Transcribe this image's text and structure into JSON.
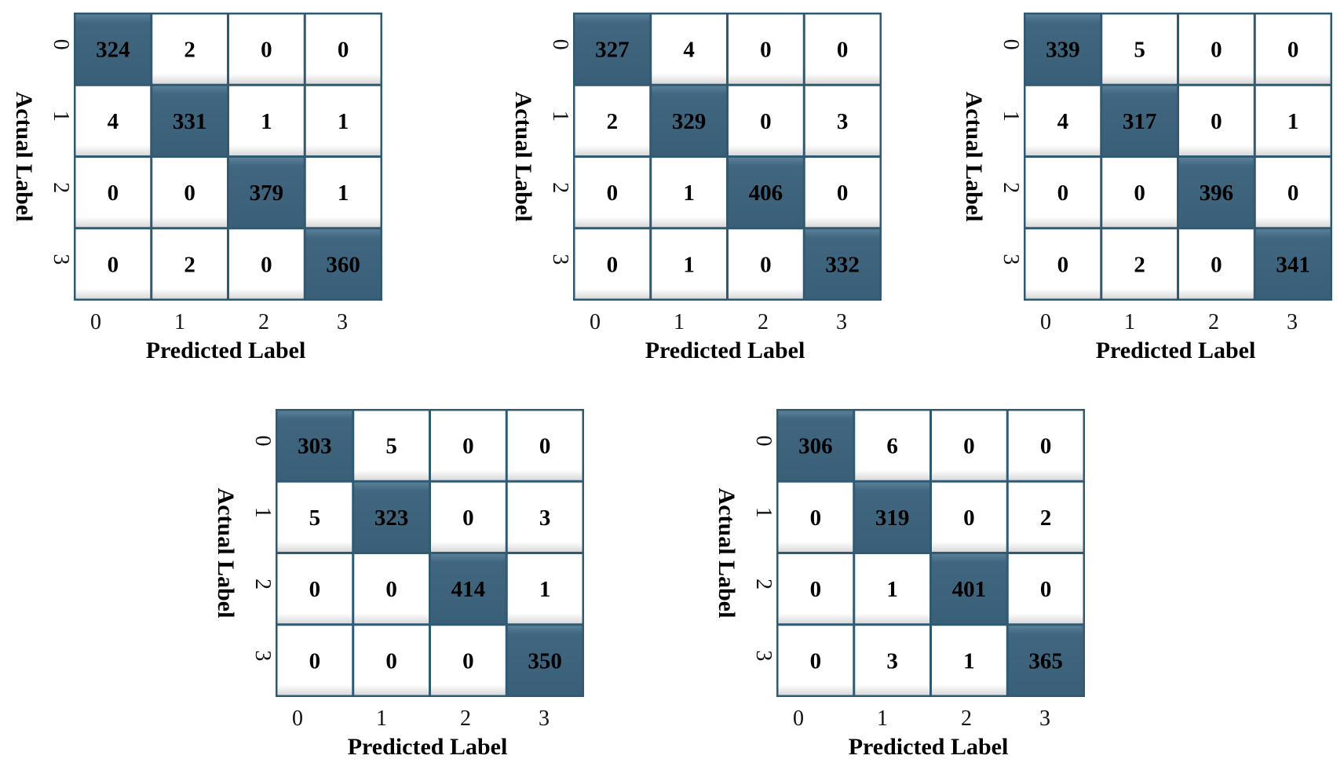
{
  "chart_data": [
    {
      "type": "heatmap",
      "xlabel": "Predicted Label",
      "ylabel": "Actual Label",
      "x_ticks": [
        "0",
        "1",
        "2",
        "3"
      ],
      "y_ticks": [
        "0",
        "1",
        "2",
        "3"
      ],
      "matrix": [
        [
          324,
          2,
          0,
          0
        ],
        [
          4,
          331,
          1,
          1
        ],
        [
          0,
          0,
          379,
          1
        ],
        [
          0,
          2,
          0,
          360
        ]
      ]
    },
    {
      "type": "heatmap",
      "xlabel": "Predicted Label",
      "ylabel": "Actual Label",
      "x_ticks": [
        "0",
        "1",
        "2",
        "3"
      ],
      "y_ticks": [
        "0",
        "1",
        "2",
        "3"
      ],
      "matrix": [
        [
          327,
          4,
          0,
          0
        ],
        [
          2,
          329,
          0,
          3
        ],
        [
          0,
          1,
          406,
          0
        ],
        [
          0,
          1,
          0,
          332
        ]
      ]
    },
    {
      "type": "heatmap",
      "xlabel": "Predicted Label",
      "ylabel": "Actual Label",
      "x_ticks": [
        "0",
        "1",
        "2",
        "3"
      ],
      "y_ticks": [
        "0",
        "1",
        "2",
        "3"
      ],
      "matrix": [
        [
          339,
          5,
          0,
          0
        ],
        [
          4,
          317,
          0,
          1
        ],
        [
          0,
          0,
          396,
          0
        ],
        [
          0,
          2,
          0,
          341
        ]
      ]
    },
    {
      "type": "heatmap",
      "xlabel": "Predicted Label",
      "ylabel": "Actual Label",
      "x_ticks": [
        "0",
        "1",
        "2",
        "3"
      ],
      "y_ticks": [
        "0",
        "1",
        "2",
        "3"
      ],
      "matrix": [
        [
          303,
          5,
          0,
          0
        ],
        [
          5,
          323,
          0,
          3
        ],
        [
          0,
          0,
          414,
          1
        ],
        [
          0,
          0,
          0,
          350
        ]
      ]
    },
    {
      "type": "heatmap",
      "xlabel": "Predicted Label",
      "ylabel": "Actual Label",
      "x_ticks": [
        "0",
        "1",
        "2",
        "3"
      ],
      "y_ticks": [
        "0",
        "1",
        "2",
        "3"
      ],
      "matrix": [
        [
          306,
          6,
          0,
          0
        ],
        [
          0,
          319,
          0,
          2
        ],
        [
          0,
          1,
          401,
          0
        ],
        [
          0,
          3,
          1,
          365
        ]
      ]
    }
  ],
  "colors": {
    "diagonal": "#3f6480",
    "off_diagonal": "#ffffff",
    "grid": "#2f5a72"
  }
}
